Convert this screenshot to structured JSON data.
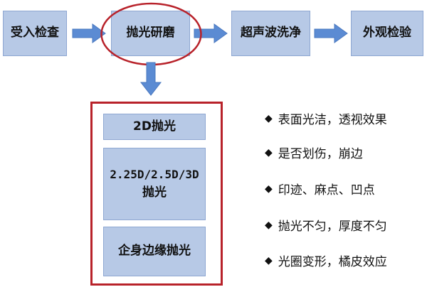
{
  "process": {
    "steps": [
      "受入检查",
      "抛光研磨",
      "超声波洗净",
      "外观检验"
    ]
  },
  "polish_types": {
    "items": [
      "2D抛光",
      "2.25D/2.5D/3D",
      "抛光",
      "企身边缘抛光"
    ]
  },
  "defects": {
    "items": [
      "表面光洁，透视效果",
      "是否划伤，崩边",
      "印迹、麻点、凹点",
      "抛光不匀，厚度不匀",
      "光圈变形，橘皮效应"
    ]
  },
  "colors": {
    "box_fill": "#b7c9e6",
    "box_border": "#8ea7d2",
    "arrow": "#5b8bd3",
    "highlight": "#b8222a"
  }
}
